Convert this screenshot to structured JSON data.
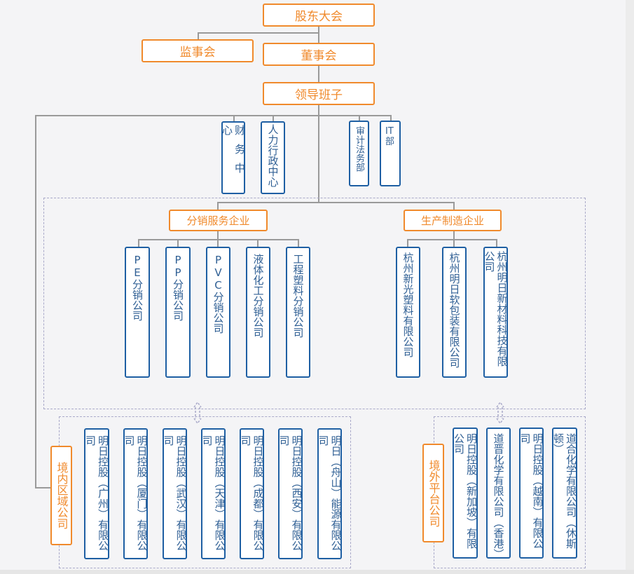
{
  "top": {
    "shareholders": "股东大会",
    "supervisory_board": "监事会",
    "board_of_directors": "董事会",
    "leadership": "领导班子"
  },
  "departments": [
    {
      "label": "财务中心"
    },
    {
      "label": "人力行政中心"
    },
    {
      "label": "审计法务部"
    },
    {
      "label": "IT部"
    }
  ],
  "distribution": {
    "title": "分销服务企业",
    "companies": [
      {
        "label": "PE分销公司"
      },
      {
        "label": "PP分销公司"
      },
      {
        "label": "PVC分销公司"
      },
      {
        "label": "液体化工分销公司"
      },
      {
        "label": "工程塑料分销公司"
      }
    ]
  },
  "manufacturing": {
    "title": "生产制造企业",
    "companies": [
      {
        "label": "杭州新光塑料有限公司"
      },
      {
        "label": "杭州明日软包装有限公司"
      },
      {
        "label": "杭州明日新材料科技有限公司"
      }
    ]
  },
  "domestic": {
    "title": "境内区域公司",
    "companies": [
      {
        "label": "明日控股（广州）有限公司"
      },
      {
        "label": "明日控股（厦门）有限公司"
      },
      {
        "label": "明日控股（武汉）有限公司"
      },
      {
        "label": "明日控股（天津）有限公司"
      },
      {
        "label": "明日控股（成都）有限公司"
      },
      {
        "label": "明日控股（西安）有限公司"
      },
      {
        "label": "明日（舟山）能源有限公司"
      }
    ]
  },
  "overseas": {
    "title": "境外平台公司",
    "companies": [
      {
        "label": "明日控股（新加坡）有限公司"
      },
      {
        "label": "道晋化学有限公司（香港）"
      },
      {
        "label": "明日控股（越南）有限公司"
      },
      {
        "label": "道合化学有限公司（休斯顿）"
      }
    ]
  },
  "icons": {
    "link_arrow": "bidirectional-arrow"
  }
}
